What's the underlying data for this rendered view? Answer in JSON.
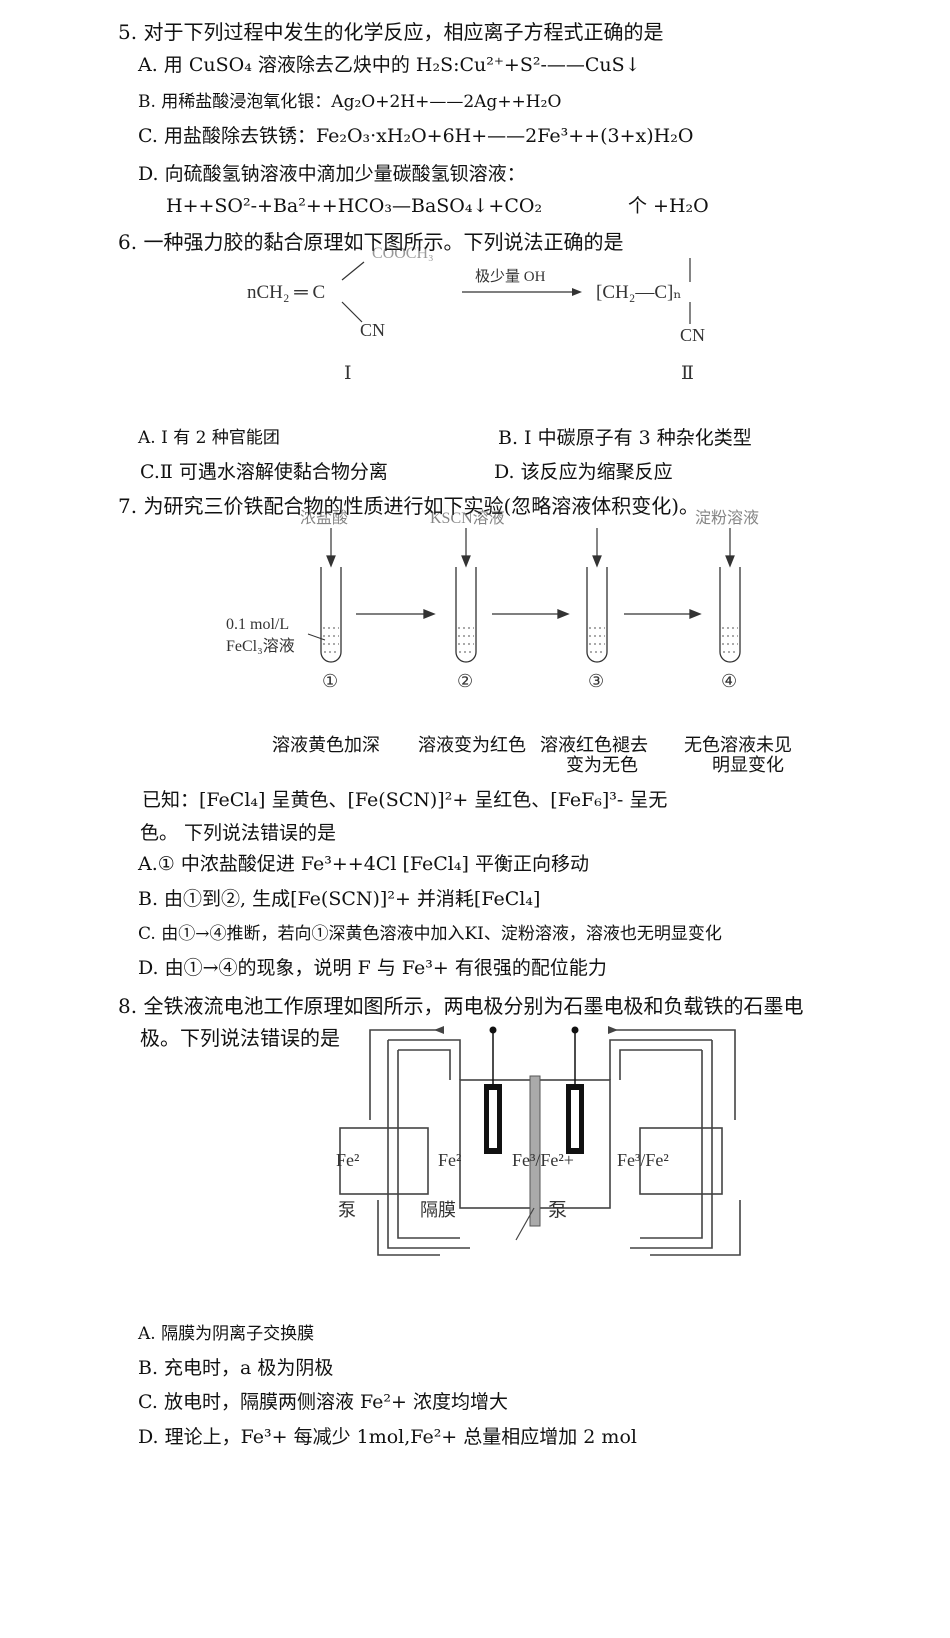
{
  "q5": {
    "stem": "5. 对于下列过程中发生的化学反应，相应离子方程式正确的是",
    "a": "A. 用  CuSO₄  溶液除去乙炔中的 H₂S:Cu²⁺+S²-——CuS↓",
    "b": "B. 用稀盐酸浸泡氧化银：Ag₂O+2H+——2Ag++H₂O",
    "c": "C. 用盐酸除去铁锈：Fe₂O₃·xH₂O+6H+——2Fe³++(3+x)H₂O",
    "d": "D. 向硫酸氢钠溶液中滴加少量碳酸氢钡溶液：",
    "d_eq": "H++SO²-+Ba²++HCO₃—BaSO₄↓+CO₂",
    "d_eq_tail": "个  +H₂O"
  },
  "q6": {
    "stem": "6. 一种强力胶的黏合原理如下图所示。下列说法正确的是",
    "diagram": {
      "reactant_left": "nCH₂ ═ C",
      "top_fragment": "COOCH₃",
      "cn_left": "CN",
      "arrow_label": "极少量 OH",
      "product": "[CH₂—C]ₙ",
      "cn_right": "CN",
      "label_I": "Ⅰ",
      "label_II": "Ⅱ"
    },
    "a": "A. Ⅰ  有 2 种官能团",
    "b": "B. Ⅰ   中碳原子有 3 种杂化类型",
    "c": "C.Ⅱ  可遇水溶解使黏合物分离",
    "d": "D. 该反应为缩聚反应"
  },
  "q7": {
    "stem": "7. 为研究三价铁配合物的性质进行如下实验(忽略溶液体积变化)。",
    "reagents": [
      "浓盐酸",
      "KSCN溶液",
      "",
      "淀粉溶液"
    ],
    "solution_label_1": "0.1 mol/L",
    "solution_label_2": "FeCl₃溶液",
    "tube_numbers": [
      "①",
      "②",
      "③",
      "④"
    ],
    "observations": [
      "溶液黄色加深",
      "溶液变为红色",
      "溶液红色褪去",
      "无色溶液未见"
    ],
    "observations_line2": [
      "",
      "",
      "变为无色",
      "明显变化"
    ],
    "known": "已知：[FeCl₄]     呈黄色、[Fe(SCN)]²+     呈红色、[FeF₆]³-      呈无",
    "known2": "色。  下列说法错误的是",
    "a": "A.①  中浓盐酸促进 Fe³++4Cl         [FeCl₄]       平衡正向移动",
    "b": "B. 由①到②, 生成[Fe(SCN)]²+     并消耗[FeCl₄]",
    "c": "C. 由①→④推断，若向①深黄色溶液中加入KI、淀粉溶液，溶液也无明显变化",
    "d": "D. 由①→④的现象，说明 F    与  Fe³+ 有很强的配位能力"
  },
  "q8": {
    "stem": "8. 全铁液流电池工作原理如图所示，两电极分别为石墨电极和负载铁的石墨电",
    "stem2": "极。下列说法错误的是",
    "diagram": {
      "lbl1": "Fe²",
      "lbl2": "Fe²",
      "lbl3": "Fe³/Fe²+",
      "lbl4": "Fe³/Fe²",
      "pump_left": "泵",
      "membrane": "隔膜",
      "pump_right": "泵"
    },
    "a": "A. 隔膜为阴离子交换膜",
    "b": "B. 充电时，a 极为阴极",
    "c": "C. 放电时，隔膜两侧溶液 Fe²+ 浓度均增大",
    "d": "D. 理论上，Fe³+ 每减少 1mol,Fe²+   总量相应增加 2  mol"
  }
}
